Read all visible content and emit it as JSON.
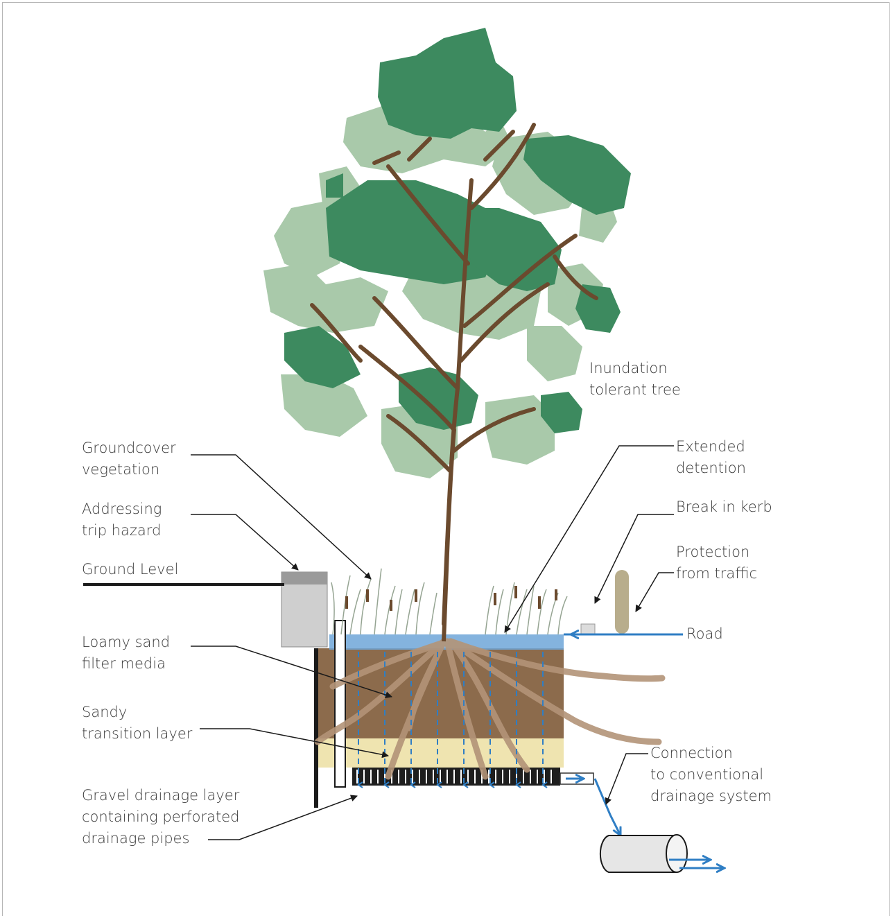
{
  "labels": {
    "tree": "Inundation\ntolerant tree",
    "groundcover": "Groundcover\nvegetation",
    "trip_hazard": "Addressing\ntrip hazard",
    "ground_level": "Ground Level",
    "loamy_sand": "Loamy sand\nfilter media",
    "sandy_transition": "Sandy\ntransition layer",
    "gravel_drainage": "Gravel drainage layer\ncontaining perforated\ndrainage pipes",
    "extended_detention": "Extended\ndetention",
    "break_in_kerb": "Break in kerb",
    "protection": "Protection\nfrom traffic",
    "road": "Road",
    "connection": "Connection\nto conventional\ndrainage system"
  },
  "colors": {
    "foliage_dark": "#3d8a5f",
    "foliage_light": "#a9c9aa",
    "trunk": "#6b4a2e",
    "soil": "#8c6b4c",
    "water": "#6fa6d8",
    "arrow_blue": "#2f7ec4",
    "sand": "#efe4b0",
    "gravel": "#1e1e1e",
    "kerb_grey": "#cfcfcf",
    "bollard": "#b8ad8c"
  }
}
